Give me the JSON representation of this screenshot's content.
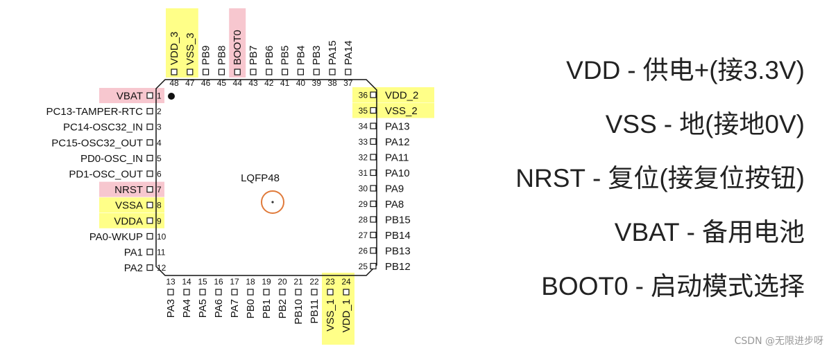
{
  "chip": {
    "package": "LQFP48",
    "colors": {
      "yellow": "#ffff88",
      "pink": "#f7c7cf",
      "marker": "#e07a3a",
      "line": "#111111"
    },
    "left_pins": [
      {
        "num": "1",
        "name": "VBAT",
        "hl": "pink"
      },
      {
        "num": "2",
        "name": "PC13-TAMPER-RTC",
        "hl": ""
      },
      {
        "num": "3",
        "name": "PC14-OSC32_IN",
        "hl": ""
      },
      {
        "num": "4",
        "name": "PC15-OSC32_OUT",
        "hl": ""
      },
      {
        "num": "5",
        "name": "PD0-OSC_IN",
        "hl": ""
      },
      {
        "num": "6",
        "name": "PD1-OSC_OUT",
        "hl": ""
      },
      {
        "num": "7",
        "name": "NRST",
        "hl": "pink"
      },
      {
        "num": "8",
        "name": "VSSA",
        "hl": "yellow"
      },
      {
        "num": "9",
        "name": "VDDA",
        "hl": "yellow"
      },
      {
        "num": "10",
        "name": "PA0-WKUP",
        "hl": ""
      },
      {
        "num": "11",
        "name": "PA1",
        "hl": ""
      },
      {
        "num": "12",
        "name": "PA2",
        "hl": ""
      }
    ],
    "right_pins": [
      {
        "num": "36",
        "name": "VDD_2",
        "hl": "yellow"
      },
      {
        "num": "35",
        "name": "VSS_2",
        "hl": "yellow"
      },
      {
        "num": "34",
        "name": "PA13",
        "hl": ""
      },
      {
        "num": "33",
        "name": "PA12",
        "hl": ""
      },
      {
        "num": "32",
        "name": "PA11",
        "hl": ""
      },
      {
        "num": "31",
        "name": "PA10",
        "hl": ""
      },
      {
        "num": "30",
        "name": "PA9",
        "hl": ""
      },
      {
        "num": "29",
        "name": "PA8",
        "hl": ""
      },
      {
        "num": "28",
        "name": "PB15",
        "hl": ""
      },
      {
        "num": "27",
        "name": "PB14",
        "hl": ""
      },
      {
        "num": "26",
        "name": "PB13",
        "hl": ""
      },
      {
        "num": "25",
        "name": "PB12",
        "hl": ""
      }
    ],
    "top_pins": [
      {
        "num": "48",
        "name": "VDD_3",
        "hl": "yellow"
      },
      {
        "num": "47",
        "name": "VSS_3",
        "hl": "yellow"
      },
      {
        "num": "46",
        "name": "PB9",
        "hl": ""
      },
      {
        "num": "45",
        "name": "PB8",
        "hl": ""
      },
      {
        "num": "44",
        "name": "BOOT0",
        "hl": "pink"
      },
      {
        "num": "43",
        "name": "PB7",
        "hl": ""
      },
      {
        "num": "42",
        "name": "PB6",
        "hl": ""
      },
      {
        "num": "41",
        "name": "PB5",
        "hl": ""
      },
      {
        "num": "40",
        "name": "PB4",
        "hl": ""
      },
      {
        "num": "39",
        "name": "PB3",
        "hl": ""
      },
      {
        "num": "38",
        "name": "PA15",
        "hl": ""
      },
      {
        "num": "37",
        "name": "PA14",
        "hl": ""
      }
    ],
    "bottom_pins": [
      {
        "num": "13",
        "name": "PA3",
        "hl": ""
      },
      {
        "num": "14",
        "name": "PA4",
        "hl": ""
      },
      {
        "num": "15",
        "name": "PA5",
        "hl": ""
      },
      {
        "num": "16",
        "name": "PA6",
        "hl": ""
      },
      {
        "num": "17",
        "name": "PA7",
        "hl": ""
      },
      {
        "num": "18",
        "name": "PB0",
        "hl": ""
      },
      {
        "num": "19",
        "name": "PB1",
        "hl": ""
      },
      {
        "num": "20",
        "name": "PB2",
        "hl": ""
      },
      {
        "num": "21",
        "name": "PB10",
        "hl": ""
      },
      {
        "num": "22",
        "name": "PB11",
        "hl": ""
      },
      {
        "num": "23",
        "name": "VSS_1",
        "hl": "yellow"
      },
      {
        "num": "24",
        "name": "VDD_1",
        "hl": "yellow"
      }
    ]
  },
  "legend": [
    {
      "code": "VDD",
      "sep": "-",
      "desc": "供电+(接3.3V)"
    },
    {
      "code": "VSS",
      "sep": "-",
      "desc": "地(接地0V)"
    },
    {
      "code": "NRST",
      "sep": "-",
      "desc": "复位(接复位按钮)"
    },
    {
      "code": "VBAT",
      "sep": "-",
      "desc": "备用电池"
    },
    {
      "code": "BOOT0",
      "sep": "-",
      "desc": "启动模式选择"
    }
  ],
  "watermark": "CSDN @无限进步呀"
}
